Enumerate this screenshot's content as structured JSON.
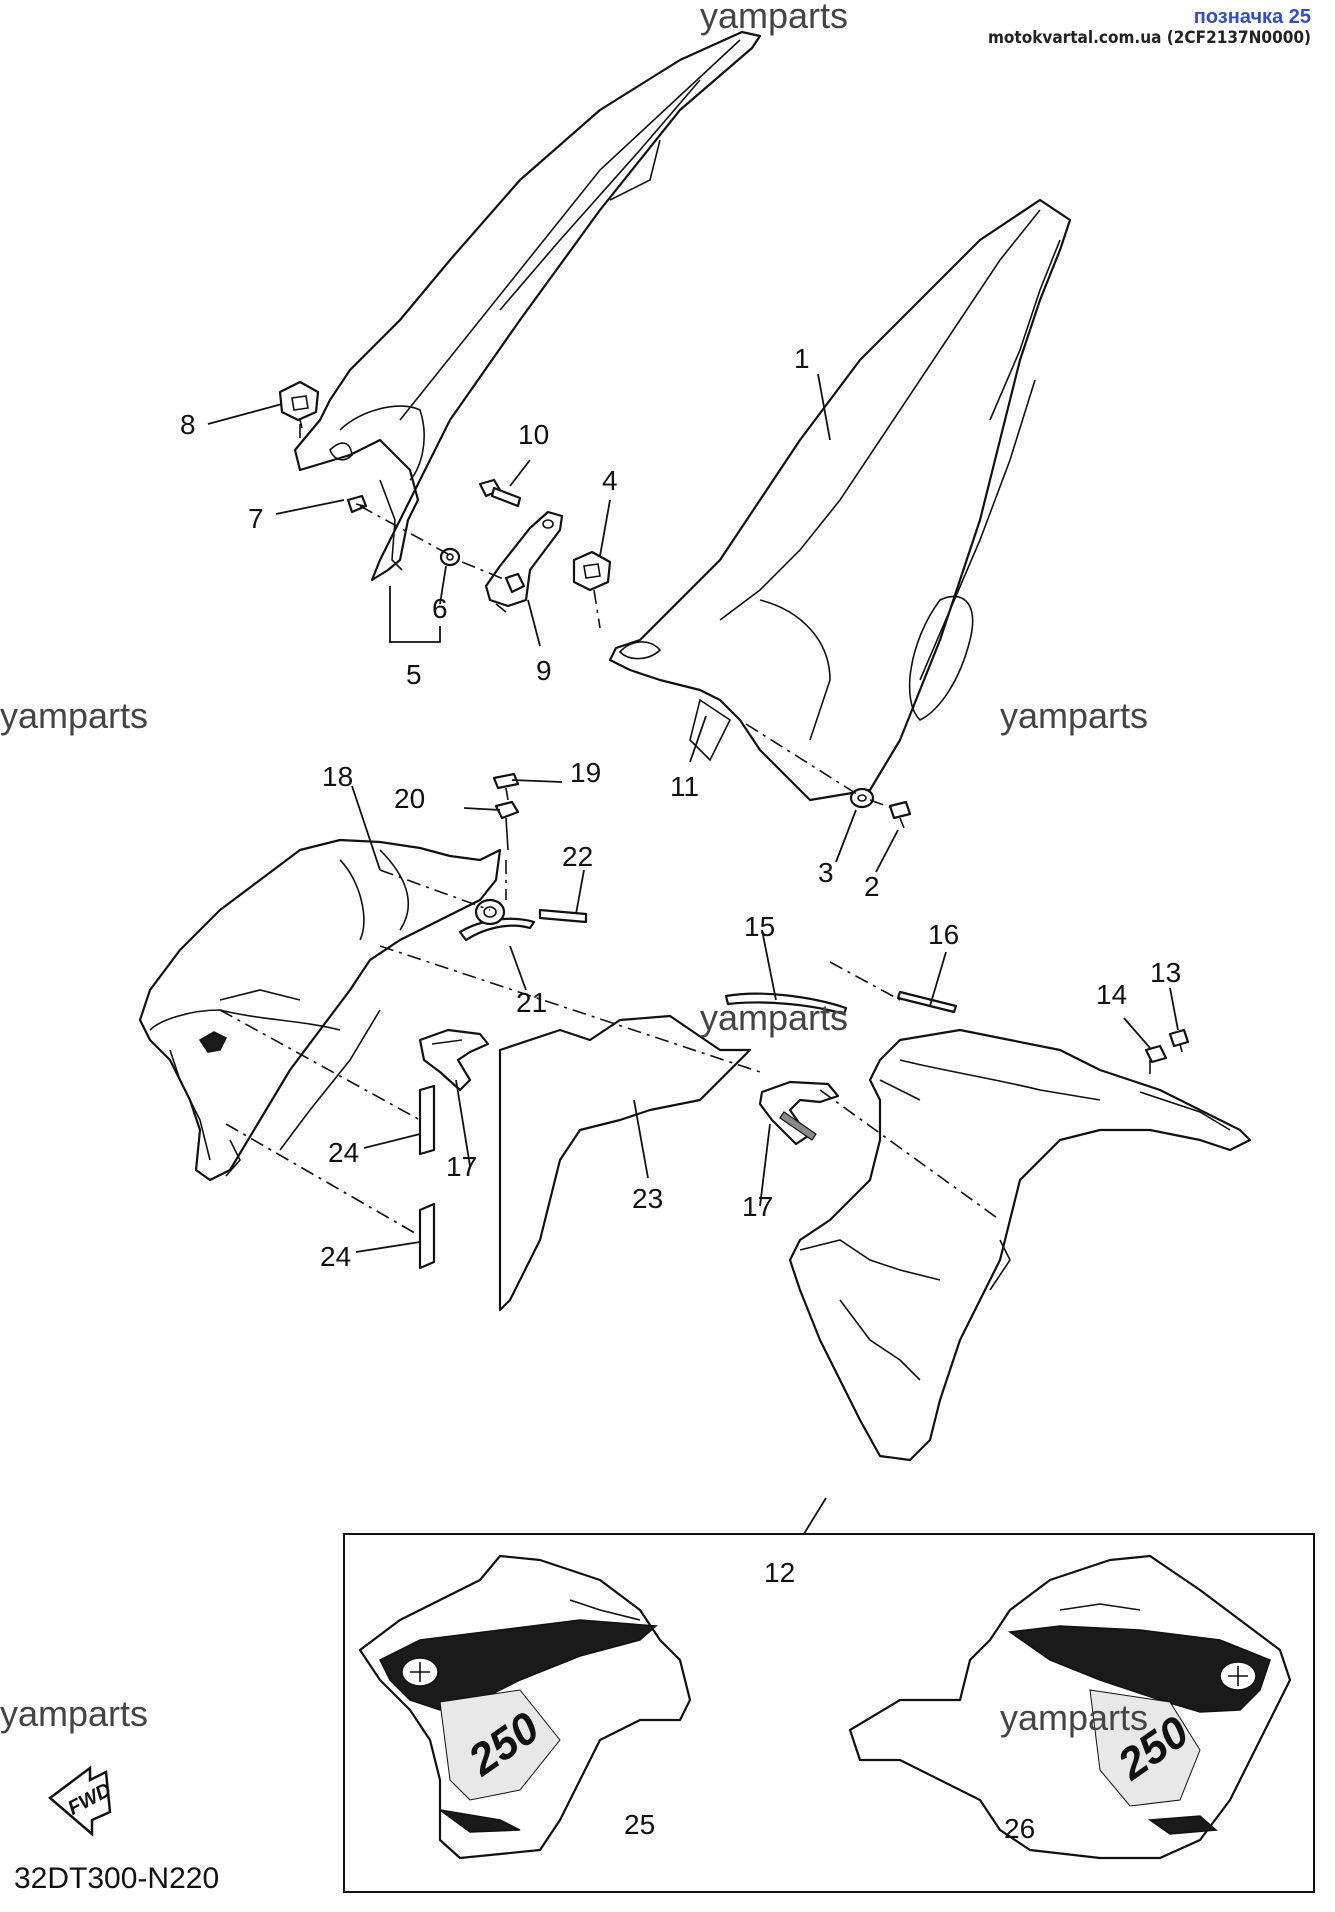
{
  "header": {
    "title": "позначка 25",
    "site": "motokvartal.com.ua",
    "ref_code": "(2CF2137N0000)"
  },
  "watermarks": [
    "yamparts",
    "yamparts",
    "yamparts",
    "yamparts",
    "yamparts",
    "yamparts"
  ],
  "callouts": [
    "1",
    "2",
    "3",
    "4",
    "5",
    "6",
    "7",
    "8",
    "9",
    "10",
    "11",
    "12",
    "13",
    "14",
    "15",
    "16",
    "17",
    "17",
    "18",
    "19",
    "20",
    "21",
    "22",
    "23",
    "24",
    "24",
    "25",
    "26"
  ],
  "fwd_label": "FWD",
  "decal_text": "250",
  "diagram_code": "32DT300-N220"
}
